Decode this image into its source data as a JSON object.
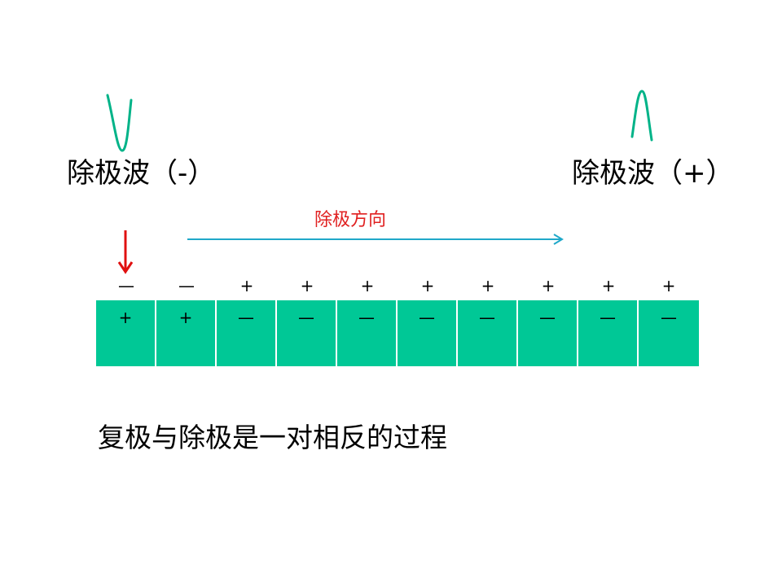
{
  "labels": {
    "left_wave": "除极波（-）",
    "right_wave": "除极波（+）",
    "direction": "除极方向",
    "bottom": "复极与除极是一对相反的过程"
  },
  "outer_charges": [
    "—",
    "—",
    "+",
    "+",
    "+",
    "+",
    "+",
    "+",
    "+",
    "+"
  ],
  "inner_charges": [
    "+",
    "+",
    "—",
    "—",
    "—",
    "—",
    "—",
    "—",
    "—",
    "—"
  ],
  "colors": {
    "membrane": "#00c896",
    "wave": "#00b388",
    "direction_arrow": "#1fa8c9",
    "direction_text": "#e02020",
    "marker_arrow": "#e01010"
  }
}
